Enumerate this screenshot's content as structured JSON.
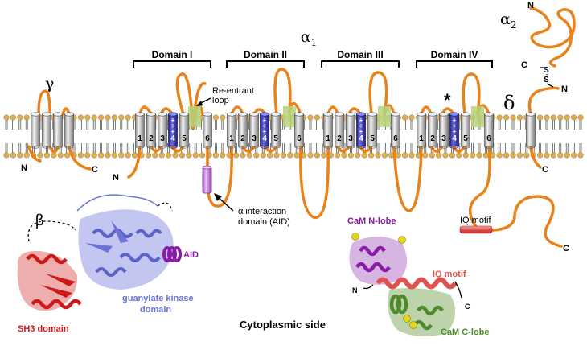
{
  "subunits": {
    "alpha1": "α",
    "alpha1_sub": "1",
    "alpha2": "α",
    "alpha2_sub": "2",
    "gamma": "γ",
    "delta": "δ",
    "beta": "β"
  },
  "domains": [
    "Domain I",
    "Domain II",
    "Domain III",
    "Domain IV"
  ],
  "helix_numbers": [
    "1",
    "2",
    "3",
    "4",
    "5",
    "6"
  ],
  "voltage_sensor_charges": "+",
  "termini": {
    "n": "N",
    "c": "C",
    "disulfide": "S"
  },
  "labels": {
    "reentrant_loop": [
      "Re-entrant",
      "loop"
    ],
    "aid": [
      "α interaction",
      "domain (AID)"
    ],
    "iq_motif": "IQ motif",
    "asterisk": "*",
    "sh3_domain": "SH3 domain",
    "gk_domain": [
      "guanylate kinase",
      "domain"
    ],
    "aid_short": "AID",
    "cam_n_lobe": "CaM N-lobe",
    "cam_c_lobe": "CaM C-lobe",
    "iq_motif_struct": "IQ motif",
    "cytoplasmic_side": "Cytoplasmic side"
  },
  "colors": {
    "loop": "#e8821a",
    "helix": "#c8c8c8",
    "s4_helix": "#4646c0",
    "pore_loop_box": "#b5d27a",
    "aid": "#c77ddc",
    "iq": "#e0524e",
    "sh3": "#cc1a1a",
    "gk": "#6b74d4",
    "cam_n": "#8a1aa8",
    "cam_c": "#4e8a2a",
    "lipid_head": "#dcae56"
  }
}
